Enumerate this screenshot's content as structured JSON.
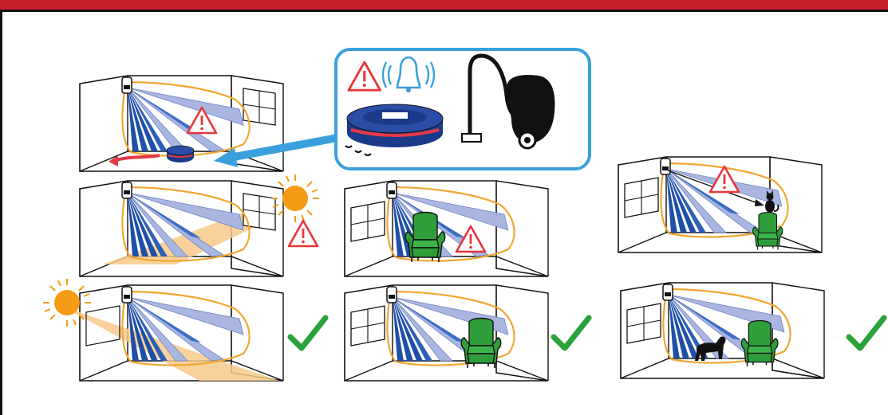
{
  "colors": {
    "header_red": "#c8202a",
    "frame_black": "#111111",
    "detection_orange": "#f2a630",
    "beam_blue": "#1f4fa8",
    "beam_light": "#a9b6e0",
    "warning_red": "#e8363c",
    "check_green": "#2aa13a",
    "chair_green": "#2f9e3a",
    "sun_orange": "#f49c16",
    "sunlight_beam": "#f7c98a",
    "callout_blue": "#3aa0dc",
    "robot_navy": "#1b3a8a",
    "robot_stripe": "#e33a47"
  },
  "scenes": [
    {
      "id": "robot-vacuum",
      "icons": [
        "motion-detector-icon",
        "robot-vacuum-icon",
        "warning-icon"
      ],
      "status": "warning"
    },
    {
      "id": "sun-through-window",
      "icons": [
        "motion-detector-icon",
        "sun-icon",
        "warning-icon"
      ],
      "status": "warning"
    },
    {
      "id": "chair-in-detection-zone",
      "icons": [
        "motion-detector-icon",
        "armchair-icon",
        "warning-icon"
      ],
      "status": "warning"
    },
    {
      "id": "cat-on-chair",
      "icons": [
        "motion-detector-icon",
        "cat-icon",
        "armchair-icon",
        "warning-icon"
      ],
      "status": "warning"
    },
    {
      "id": "sun-outside-zone",
      "icons": [
        "motion-detector-icon",
        "sun-icon",
        "check-icon"
      ],
      "status": "ok"
    },
    {
      "id": "chair-outside-zone",
      "icons": [
        "motion-detector-icon",
        "armchair-icon",
        "check-icon"
      ],
      "status": "ok"
    },
    {
      "id": "dog-outside-zone",
      "icons": [
        "motion-detector-icon",
        "dog-icon",
        "armchair-icon",
        "check-icon"
      ],
      "status": "ok"
    }
  ],
  "callout": {
    "icons": [
      "warning-icon",
      "alarm-bell-icon",
      "robot-vacuum-icon",
      "vacuum-cleaner-icon"
    ]
  }
}
